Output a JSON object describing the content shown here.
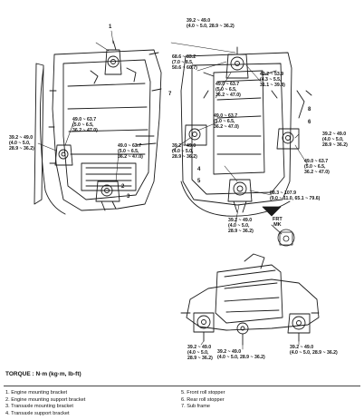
{
  "torque_heading": "TORQUE : N·m (kg·m, lb-ft)",
  "callouts": [
    {
      "id": "c1",
      "text": "39.2 ~ 49.0\n(4.0 ~ 5.0, 28.9 ~ 36.2)"
    },
    {
      "id": "c2",
      "text": "68.6 ~ 83.2\n(7.0 ~ 8.5,\n50.6 ~ 60.7)"
    },
    {
      "id": "c3",
      "text": "49.0 ~ 63.7\n(5.0 ~ 6.5,\n36.2 ~ 47.0)"
    },
    {
      "id": "c4",
      "text": "42.2 ~ 53.9\n(4.3 ~ 5.5,\n31.1 ~ 39.8)"
    },
    {
      "id": "c5",
      "text": "49.0 ~ 63.7\n(5.0 ~ 6.5,\n36.2 ~ 47.0)"
    },
    {
      "id": "c6",
      "text": "49.0 ~ 63.7\n(5.0 ~ 6.5,\n36.2 ~ 47.0)"
    },
    {
      "id": "c7",
      "text": "39.2 ~ 49.0\n(4.0 ~ 5.0,\n28.9 ~ 36.2)"
    },
    {
      "id": "c8",
      "text": "49.0 ~ 63.7\n(5.0 ~ 6.5,\n36.2 ~ 47.0)"
    },
    {
      "id": "c9",
      "text": "39.2 ~ 49.0\n(4.0 ~ 5.0,\n28.9 ~ 36.2)"
    },
    {
      "id": "c10",
      "text": "39.2 ~ 49.0\n(4.0 ~ 5.0,\n28.9 ~ 36.2)"
    },
    {
      "id": "c11",
      "text": "49.0 ~ 63.7\n(5.0 ~ 6.5,\n36.2 ~ 47.0)"
    },
    {
      "id": "c12",
      "text": "88.3 ~ 107.9\n(9.0 ~ 11.0, 65.1 ~ 79.6)"
    },
    {
      "id": "c13",
      "text": "39.2 ~ 49.0\n(4.0 ~ 5.0,\n28.9 ~ 36.2)"
    },
    {
      "id": "c14",
      "text": "39.2 ~ 49.0\n(4.0 ~ 5.0,\n28.9 ~ 36.2)"
    },
    {
      "id": "c15",
      "text": "39.2 ~ 49.0\n(4.0 ~ 5.0, 28.9 ~ 36.2)"
    },
    {
      "id": "c16",
      "text": "39.2 ~ 49.0\n(4.0 ~ 5.0, 28.9 ~ 36.2)"
    }
  ],
  "part_numbers": [
    "1",
    "2",
    "3",
    "4",
    "5",
    "6",
    "7",
    "8"
  ],
  "front_mark": [
    "FRT",
    "MK"
  ],
  "legend_left": [
    "1. Engine mounting bracket",
    "2. Engine mounting support bracket",
    "3. Transaxle mounting bracket",
    "4. Transaxle support bracket"
  ],
  "legend_right": [
    "5. Front roll stopper",
    "6. Rear roll stopper",
    "7. Sub frame"
  ]
}
